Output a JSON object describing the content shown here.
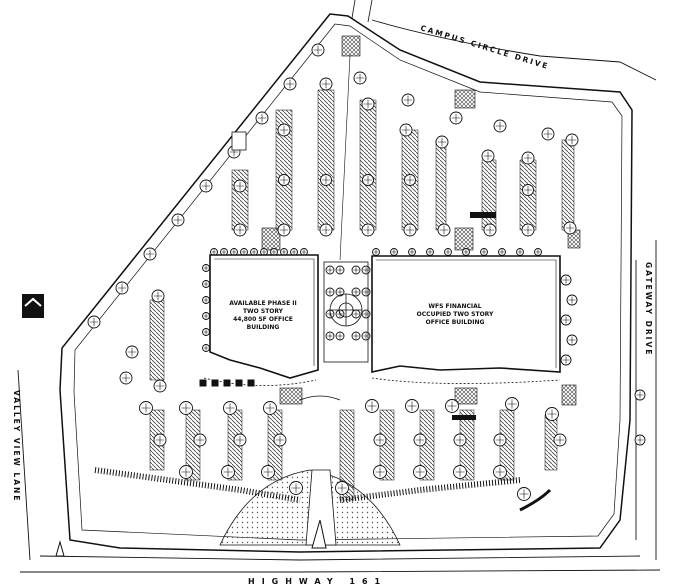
{
  "map": {
    "roads": {
      "north": "CAMPUS CIRCLE DRIVE",
      "east": "GATEWAY DRIVE",
      "south": "HIGHWAY 161",
      "west": "VALLEY VIEW LANE"
    },
    "buildings": [
      {
        "key": "phase2",
        "lines": [
          "AVAILABLE PHASE II",
          "TWO STORY",
          "44,800 SF OFFICE",
          "BUILDING"
        ]
      },
      {
        "key": "wfs",
        "lines": [
          "WFS FINANCIAL",
          "OCCUPIED TWO STORY",
          "OFFICE BUILDING"
        ]
      }
    ],
    "icons": {
      "north_arrow": "north-arrow-icon",
      "site_marker": "house-marker-icon"
    },
    "colors": {
      "ink": "#111111",
      "paper": "#ffffff",
      "hatch": "#444444"
    }
  }
}
